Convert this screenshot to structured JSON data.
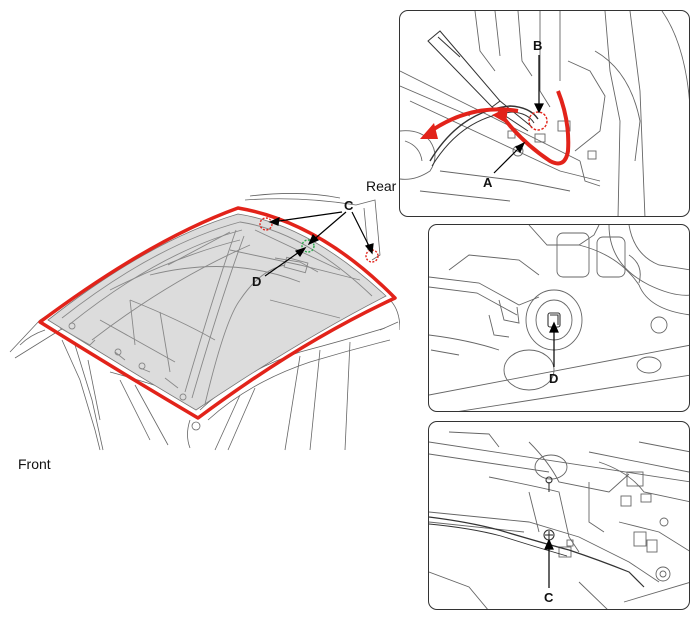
{
  "labels": {
    "rear": "Rear",
    "front": "Front"
  },
  "callouts": {
    "a": "A",
    "b": "B",
    "c": "C",
    "d": "D"
  },
  "colors": {
    "highlight": "#e2231a",
    "marker_c": "#e2231a",
    "marker_d": "#2aa84a",
    "roof_fill": "#dcdcdc",
    "line": "#555555"
  },
  "panels": [
    {
      "name": "wiring-clip-removal",
      "callouts": [
        "A",
        "B"
      ]
    },
    {
      "name": "clip-d-detail",
      "callouts": [
        "D"
      ]
    },
    {
      "name": "clip-c-detail",
      "callouts": [
        "C"
      ]
    }
  ]
}
